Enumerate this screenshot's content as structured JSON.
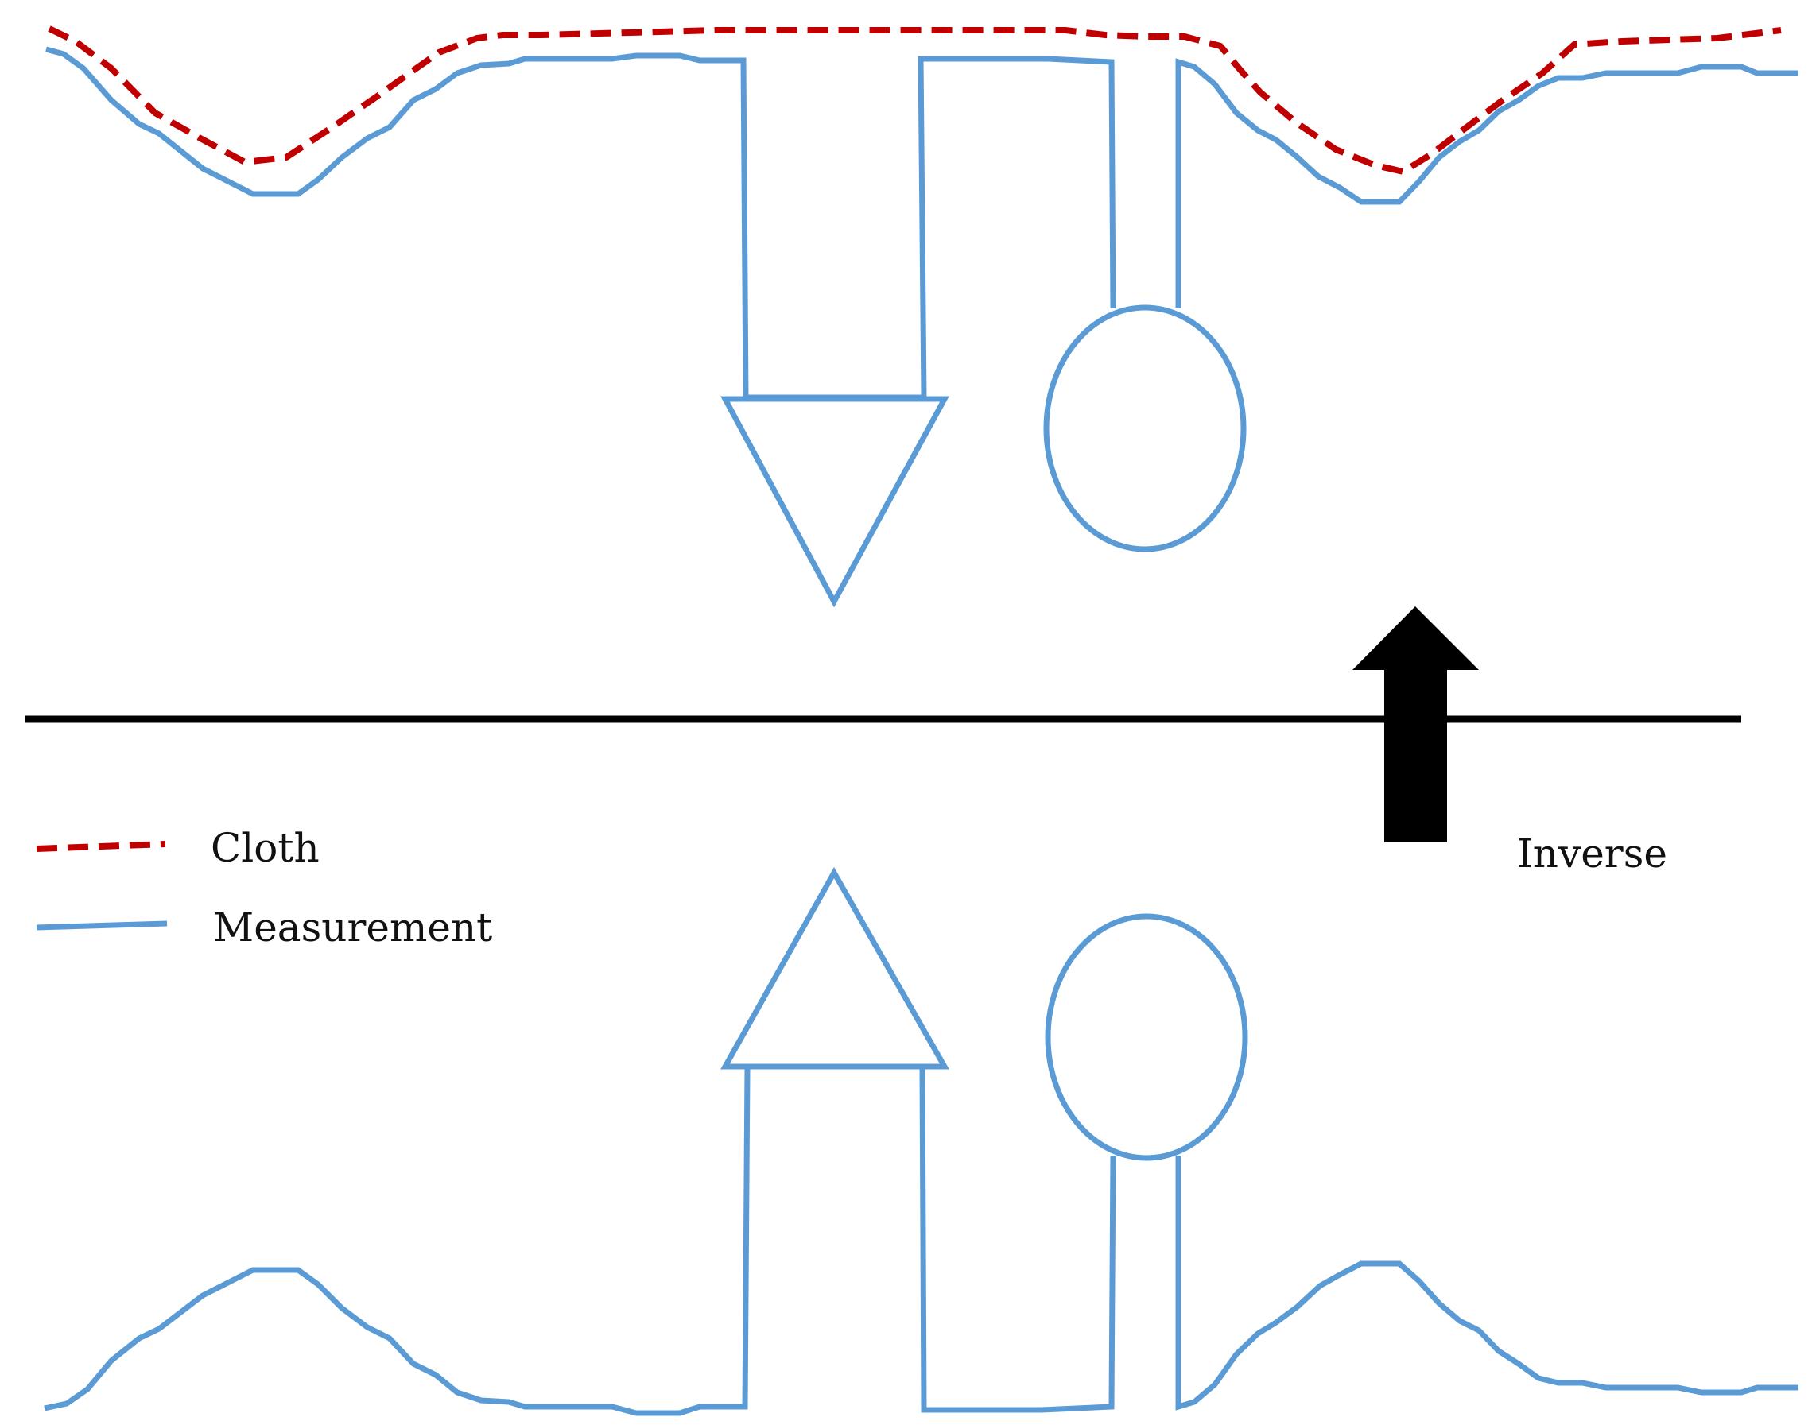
{
  "legend": {
    "cloth_label": "Cloth",
    "measurement_label": "Measurement"
  },
  "annotation": {
    "inverse_label": "Inverse"
  },
  "colors": {
    "cloth": "#c00000",
    "measurement": "#5b9bd5",
    "ground_line": "#000000",
    "arrow": "#000000"
  },
  "icons": {
    "inverse_arrow": "up-arrow-icon"
  }
}
